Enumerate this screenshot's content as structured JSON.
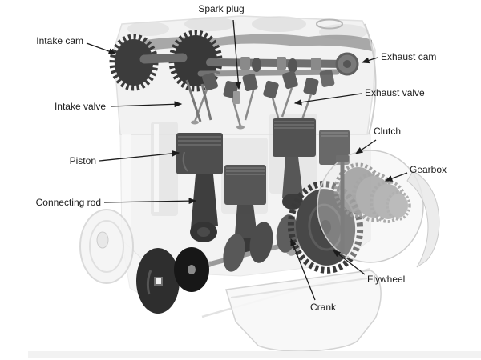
{
  "canvas": {
    "background": "#ffffff"
  },
  "diagram": {
    "labels": {
      "spark_plug": "Spark plug",
      "intake_cam": "Intake cam",
      "exhaust_cam": "Exhaust cam",
      "intake_valve": "Intake valve",
      "exhaust_valve": "Exhaust valve",
      "piston": "Piston",
      "connecting_rod": "Connecting rod",
      "clutch": "Clutch",
      "gearbox": "Gearbox",
      "flywheel": "Flywheel",
      "crank": "Crank"
    },
    "style": {
      "label_color": "#1c1c1c",
      "leader_line_color": "#1c1c1c",
      "engine_dark": "#3c3c3c",
      "engine_mid": "#7a7a7a",
      "engine_light": "#ededed"
    }
  }
}
